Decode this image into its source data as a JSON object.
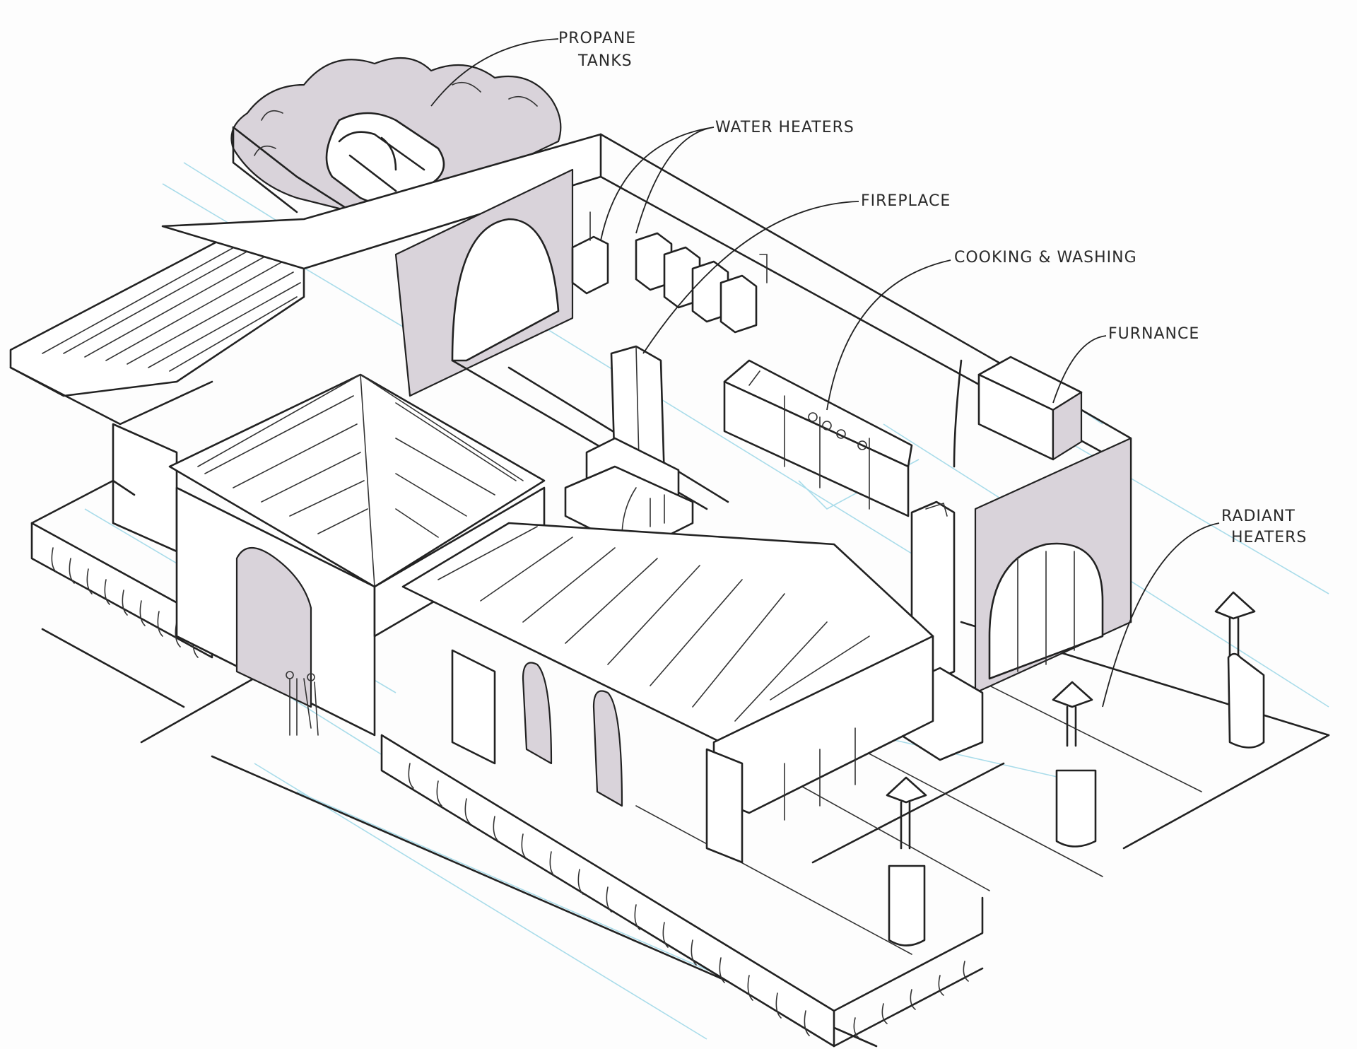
{
  "labels": {
    "propane": [
      "PROPANE",
      "TANKS"
    ],
    "water_heaters": "WATER HEATERS",
    "fireplace": "FIREPLACE",
    "cooking": "COOKING & WASHING",
    "furnace": "FURNANCE",
    "radiant": [
      "RADIANT",
      "HEATERS"
    ]
  },
  "colors": {
    "ink": "#222222",
    "marker_shade": "#d9d3da",
    "pencil_guide": "#a9dcea",
    "paper": "#fdfdfd"
  }
}
